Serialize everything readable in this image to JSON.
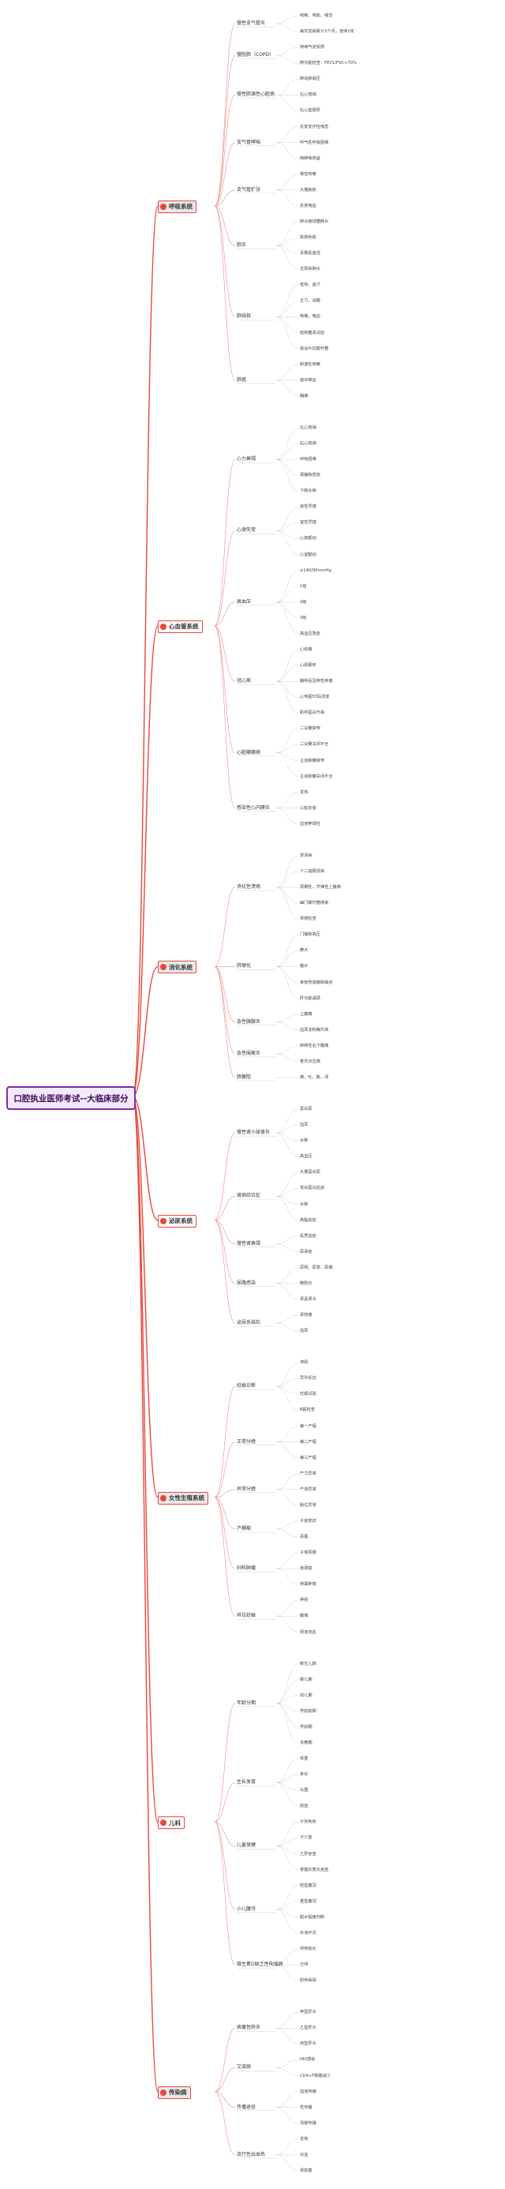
{
  "central": "口腔执业医师考试--大临床部分",
  "branches": [
    {
      "label": "呼吸系统",
      "color": "#e8473c",
      "bg": "#e9e9e9",
      "children": [
        {
          "label": "慢性支气管炎",
          "children": [
            "咳嗽、咳痰、喘息",
            "每年发病累计3个月，连续2年"
          ]
        },
        {
          "label": "慢阻肺（COPD）",
          "children": [
            "持续气流受限",
            "肺功能检查：FEV1/FVC<70%"
          ]
        },
        {
          "label": "慢性肺源性心脏病",
          "children": [
            "肺动脉高压",
            "右心衰竭",
            "右心室肥厚"
          ]
        },
        {
          "label": "支气管哮喘",
          "children": [
            "反复发作性喘息",
            "呼气性呼吸困难",
            "两肺哮鸣音"
          ]
        },
        {
          "label": "支气管扩张",
          "children": [
            "慢性咳嗽",
            "大量脓痰",
            "反复咯血"
          ]
        },
        {
          "label": "肺炎",
          "children": [
            "肺炎链球菌肺炎",
            "铁锈色痰",
            "青霉素首选",
            "支原体肺炎"
          ]
        },
        {
          "label": "肺结核",
          "children": [
            "低热、盗汗",
            "乏力、消瘦",
            "咳嗽、咯血",
            "结核菌素试验",
            "痰涂片抗酸杆菌"
          ]
        },
        {
          "label": "肺癌",
          "children": [
            "刺激性咳嗽",
            "痰中带血",
            "胸痛"
          ]
        }
      ]
    },
    {
      "label": "心血管系统",
      "color": "#e8473c",
      "bg": "#ffffff",
      "children": [
        {
          "label": "心力衰竭",
          "children": [
            "左心衰竭",
            "右心衰竭",
            "呼吸困难",
            "颈静脉怒张",
            "下肢水肿"
          ]
        },
        {
          "label": "心律失常",
          "children": [
            "房性早搏",
            "室性早搏",
            "心房颤动",
            "心室颤动"
          ]
        },
        {
          "label": "高血压",
          "children": [
            "≥140/90mmHg",
            "1级",
            "2级",
            "3级",
            "高血压急症"
          ]
        },
        {
          "label": "冠心病",
          "children": [
            "心绞痛",
            "心肌梗死",
            "胸骨后压榨性疼痛",
            "心电图ST段改变",
            "肌钙蛋白升高"
          ]
        },
        {
          "label": "心脏瓣膜病",
          "children": [
            "二尖瓣狭窄",
            "二尖瓣关闭不全",
            "主动脉瓣狭窄",
            "主动脉瓣关闭不全"
          ]
        },
        {
          "label": "感染性心内膜炎",
          "children": [
            "发热",
            "心脏杂音",
            "血培养阳性"
          ]
        }
      ]
    },
    {
      "label": "消化系统",
      "color": "#e8473c",
      "bg": "#e9e9e9",
      "children": [
        {
          "label": "消化性溃疡",
          "children": [
            "胃溃疡",
            "十二指肠溃疡",
            "周期性、节律性上腹痛",
            "幽门螺杆菌感染",
            "胃镜检查"
          ]
        },
        {
          "label": "肝硬化",
          "children": [
            "门静脉高压",
            "脾大",
            "腹水",
            "食管胃底静脉曲张",
            "肝功能减退"
          ]
        },
        {
          "label": "急性胰腺炎",
          "children": [
            "上腹痛",
            "血尿淀粉酶升高"
          ]
        },
        {
          "label": "急性阑尾炎",
          "children": [
            "转移性右下腹痛",
            "麦氏点压痛"
          ]
        },
        {
          "label": "肠梗阻",
          "children": [
            "痛、吐、胀、闭"
          ]
        }
      ]
    },
    {
      "label": "泌尿系统",
      "color": "#e8473c",
      "bg": "#ffffff",
      "children": [
        {
          "label": "慢性肾小球肾炎",
          "children": [
            "蛋白尿",
            "血尿",
            "水肿",
            "高血压"
          ]
        },
        {
          "label": "肾病综合征",
          "children": [
            "大量蛋白尿",
            "低白蛋白血症",
            "水肿",
            "高脂血症"
          ]
        },
        {
          "label": "慢性肾衰竭",
          "children": [
            "氮质血症",
            "尿毒症"
          ]
        },
        {
          "label": "尿路感染",
          "children": [
            "尿频、尿急、尿痛",
            "膀胱炎",
            "肾盂肾炎"
          ]
        },
        {
          "label": "泌尿系结石",
          "children": [
            "肾绞痛",
            "血尿"
          ]
        }
      ]
    },
    {
      "label": "女性生殖系统",
      "color": "#e8473c",
      "bg": "#e9e9e9",
      "children": [
        {
          "label": "妊娠诊断",
          "children": [
            "停经",
            "早孕反应",
            "妊娠试验",
            "B超检查"
          ]
        },
        {
          "label": "正常分娩",
          "children": [
            "第一产程",
            "第二产程",
            "第三产程"
          ]
        },
        {
          "label": "异常分娩",
          "children": [
            "产力异常",
            "产道异常",
            "胎位异常"
          ]
        },
        {
          "label": "产褥期",
          "children": [
            "子宫复旧",
            "恶露"
          ]
        },
        {
          "label": "妇科肿瘤",
          "children": [
            "子宫肌瘤",
            "宫颈癌",
            "卵巢肿瘤"
          ]
        },
        {
          "label": "异位妊娠",
          "children": [
            "停经",
            "腹痛",
            "阴道流血"
          ]
        }
      ]
    },
    {
      "label": "儿科",
      "color": "#e8473c",
      "bg": "#ffffff",
      "children": [
        {
          "label": "年龄分期",
          "children": [
            "新生儿期",
            "婴儿期",
            "幼儿期",
            "学龄前期",
            "学龄期",
            "青春期"
          ]
        },
        {
          "label": "生长发育",
          "children": [
            "体重",
            "身长",
            "头围",
            "前囟"
          ]
        },
        {
          "label": "儿童保健",
          "children": [
            "计划免疫",
            "卡介苗",
            "乙肝疫苗",
            "脊髓灰质炎疫苗"
          ]
        },
        {
          "label": "小儿腹泻",
          "children": [
            "轻型腹泻",
            "重型腹泻",
            "脱水程度判断",
            "补液疗法"
          ]
        },
        {
          "label": "维生素D缺乏性佝偻病",
          "children": [
            "颅骨软化",
            "方颅",
            "肋骨串珠"
          ]
        }
      ]
    },
    {
      "label": "传染病",
      "color": "#e8473c",
      "bg": "#e9e9e9",
      "children": [
        {
          "label": "病毒性肝炎",
          "children": [
            "甲型肝炎",
            "乙型肝炎",
            "丙型肝炎"
          ]
        },
        {
          "label": "艾滋病",
          "children": [
            "HIV感染",
            "CD4+T细胞减少"
          ]
        },
        {
          "label": "传播途径",
          "children": [
            "血液传播",
            "性传播",
            "母婴传播"
          ]
        },
        {
          "label": "流行性出血热",
          "children": [
            "发热",
            "出血",
            "肾损害"
          ]
        }
      ]
    }
  ]
}
